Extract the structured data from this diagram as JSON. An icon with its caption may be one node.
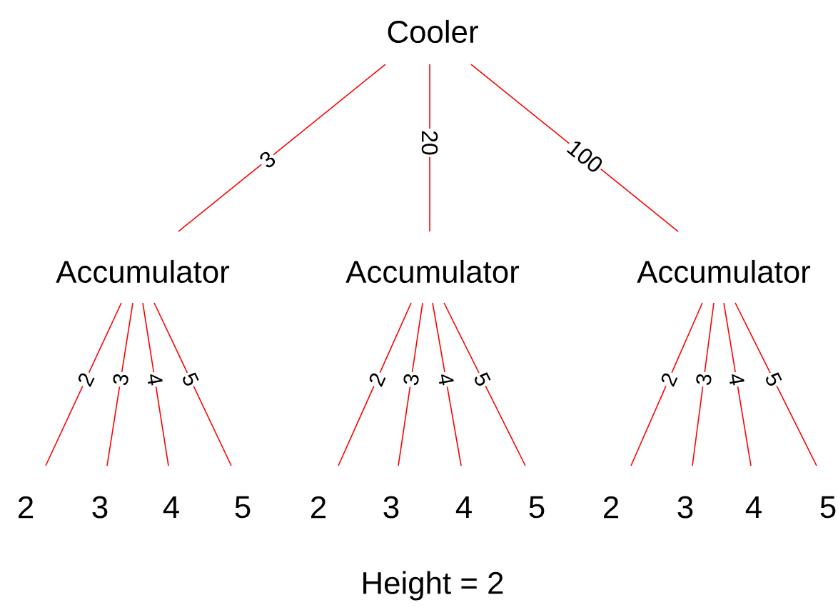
{
  "diagram": {
    "caption": "Height = 2",
    "nodes": [
      {
        "text": [
          "Cooler"
        ]
      },
      {
        "text": [
          "Accumulator"
        ]
      },
      {
        "text": [
          "Accumulator"
        ]
      },
      {
        "text": [
          "Accumulator"
        ]
      },
      {
        "text": [
          "2"
        ]
      },
      {
        "text": [
          "3"
        ]
      },
      {
        "text": [
          "4"
        ]
      },
      {
        "text": [
          "5"
        ]
      },
      {
        "text": [
          "2"
        ]
      },
      {
        "text": [
          "3"
        ]
      },
      {
        "text": [
          "4"
        ]
      },
      {
        "text": [
          "5"
        ]
      },
      {
        "text": [
          "2"
        ]
      },
      {
        "text": [
          "3"
        ]
      },
      {
        "text": [
          "4"
        ]
      },
      {
        "text": [
          "5"
        ]
      }
    ],
    "edges": [
      {
        "from": 0,
        "to": 1,
        "arrow": "none",
        "label": "3"
      },
      {
        "from": 0,
        "to": 2,
        "arrow": "none",
        "label": "20"
      },
      {
        "from": 0,
        "to": 3,
        "arrow": "none",
        "label": "100"
      },
      {
        "from": 1,
        "to": 4,
        "arrow": "none",
        "label": "2"
      },
      {
        "from": 1,
        "to": 5,
        "arrow": "none",
        "label": "3"
      },
      {
        "from": 1,
        "to": 6,
        "arrow": "none",
        "label": "4"
      },
      {
        "from": 1,
        "to": 7,
        "arrow": "none",
        "label": "5"
      },
      {
        "from": 2,
        "to": 8,
        "arrow": "none",
        "label": "2"
      },
      {
        "from": 2,
        "to": 9,
        "arrow": "none",
        "label": "3"
      },
      {
        "from": 2,
        "to": 10,
        "arrow": "none",
        "label": "4"
      },
      {
        "from": 2,
        "to": 11,
        "arrow": "none",
        "label": "5"
      },
      {
        "from": 3,
        "to": 12,
        "arrow": "none",
        "label": "2"
      },
      {
        "from": 3,
        "to": 13,
        "arrow": "none",
        "label": "3"
      },
      {
        "from": 3,
        "to": 14,
        "arrow": "none",
        "label": "4"
      },
      {
        "from": 3,
        "to": 15,
        "arrow": "none",
        "label": "5"
      }
    ]
  }
}
